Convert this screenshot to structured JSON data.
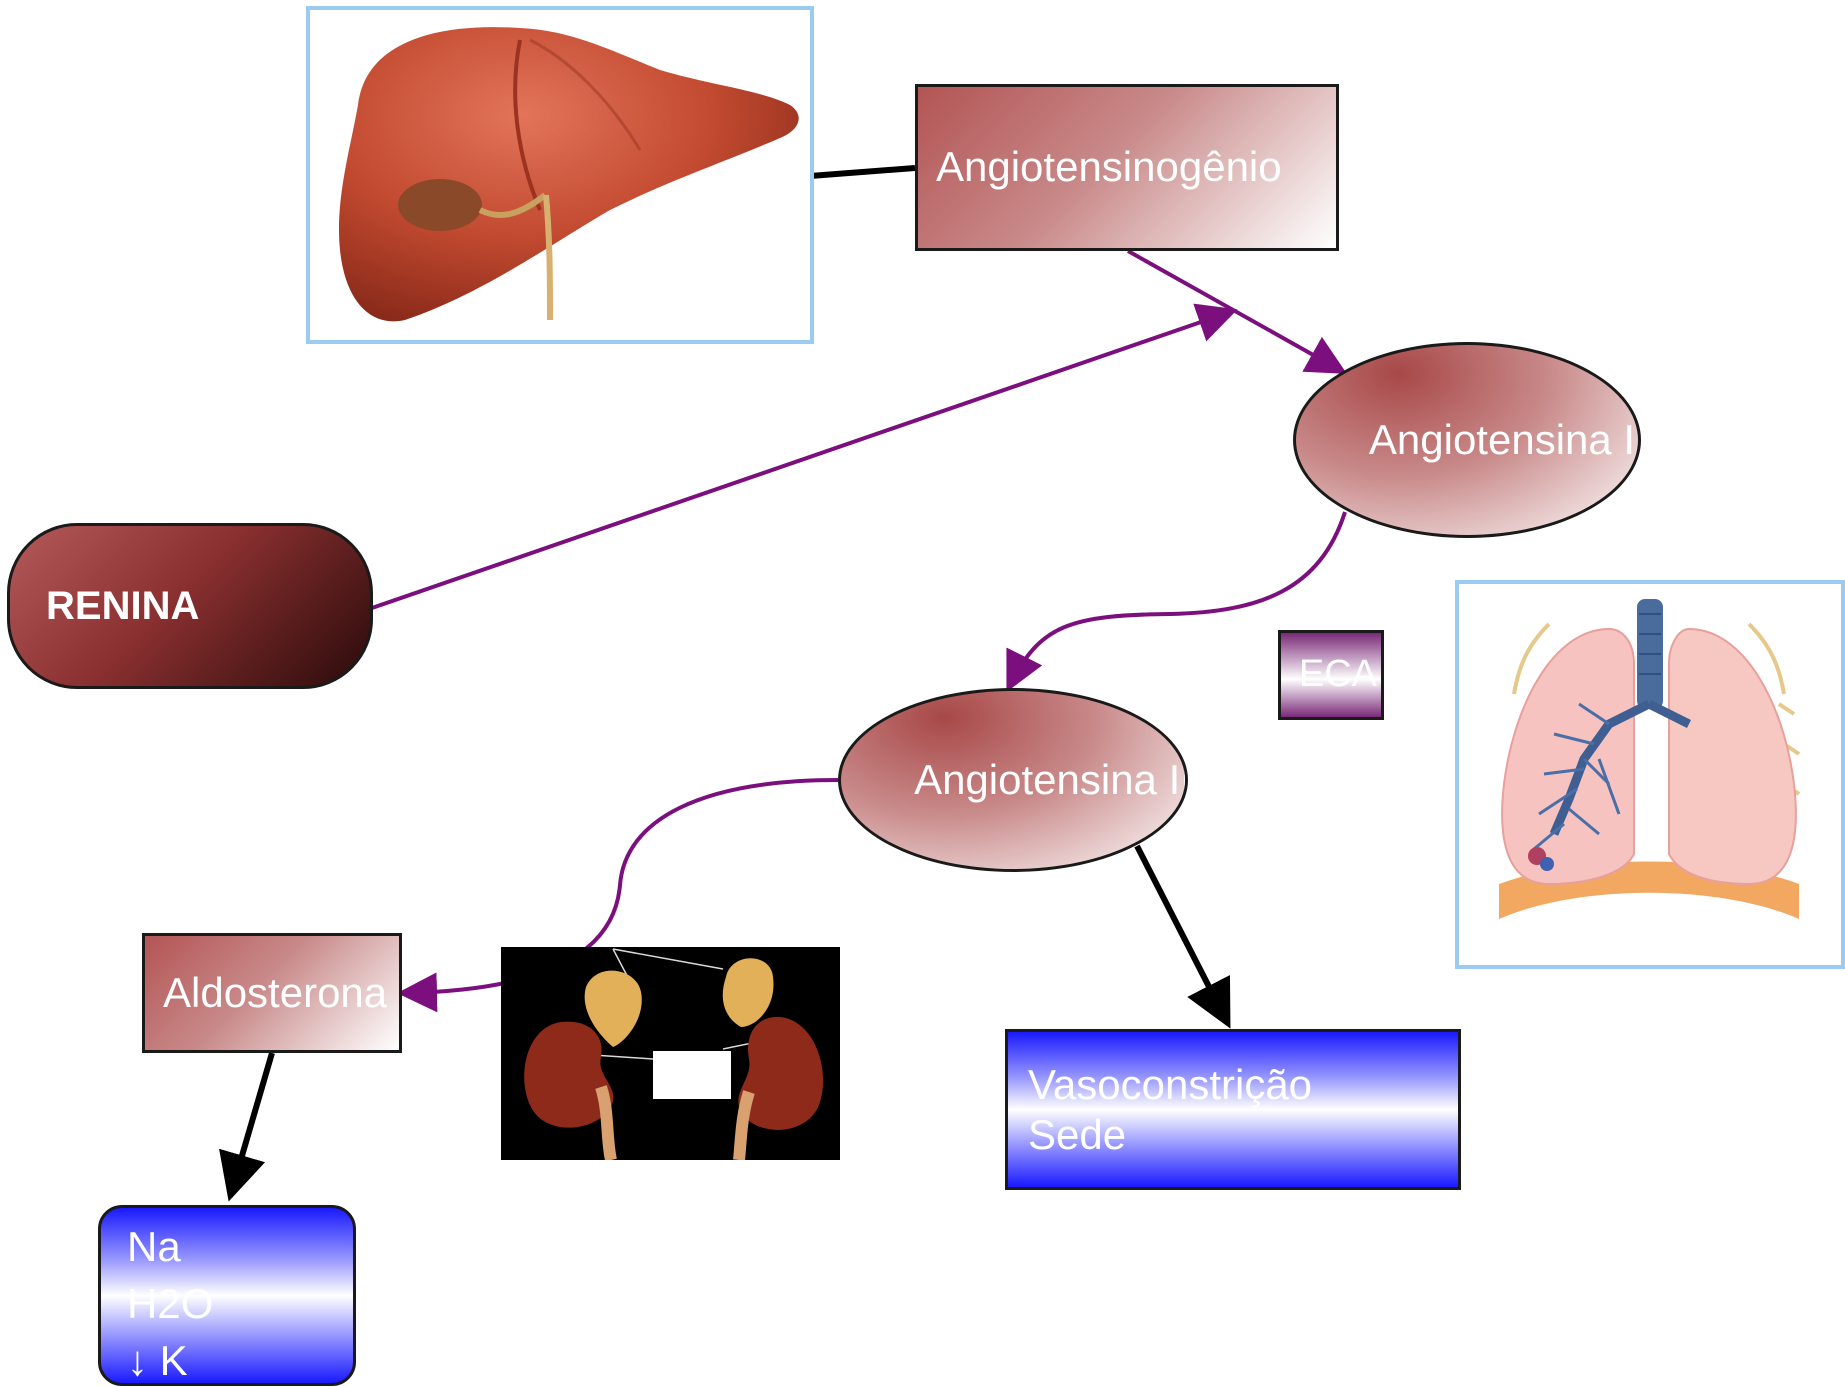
{
  "nodes": {
    "angiotensinogenio": "Angiotensinogênio",
    "angiotensina_i": "Angiotensina I",
    "angiotensina_ii": "Angiotensina II",
    "renina": "RENINA",
    "eca": "ECA",
    "aldosterona": "Aldosterona",
    "efeitos": [
      "Vasoconstrição",
      "Sede"
    ],
    "resultado": [
      "Na",
      "H2O",
      "↓ K"
    ]
  },
  "images": {
    "liver": "liver-illustration",
    "lungs": "lungs-illustration",
    "kidneys": "kidneys-adrenal-illustration"
  },
  "colors": {
    "arrow_purple": "#7b0f7e",
    "arrow_black": "#000000",
    "node_red": "#b35454",
    "node_blue": "#1a1aff",
    "frame_blue": "#9ccbf2"
  }
}
